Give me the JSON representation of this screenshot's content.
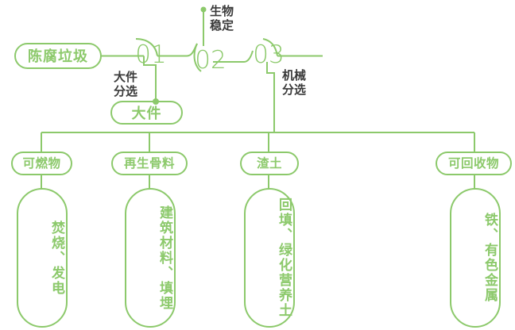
{
  "theme": {
    "line_color": "#8cc96b",
    "text_green": "#8cc96b",
    "text_dark": "#3a3a3a",
    "background": "#ffffff"
  },
  "source": {
    "label": "陈腐垃圾"
  },
  "stages": [
    {
      "number": "01",
      "annotation": "大件\n分选",
      "output_label": "大件"
    },
    {
      "number": "02",
      "annotation": "生物\n稳定"
    },
    {
      "number": "03",
      "annotation": "机械\n分选"
    }
  ],
  "branches": [
    {
      "pill": "可燃物",
      "detail": "焚烧、发电"
    },
    {
      "pill": "再生骨料",
      "detail": "建筑材料、填埋"
    },
    {
      "pill": "渣土",
      "detail": "回填、绿化营养土"
    },
    {
      "pill": "可回收物",
      "detail": "铁、有色金属"
    }
  ]
}
